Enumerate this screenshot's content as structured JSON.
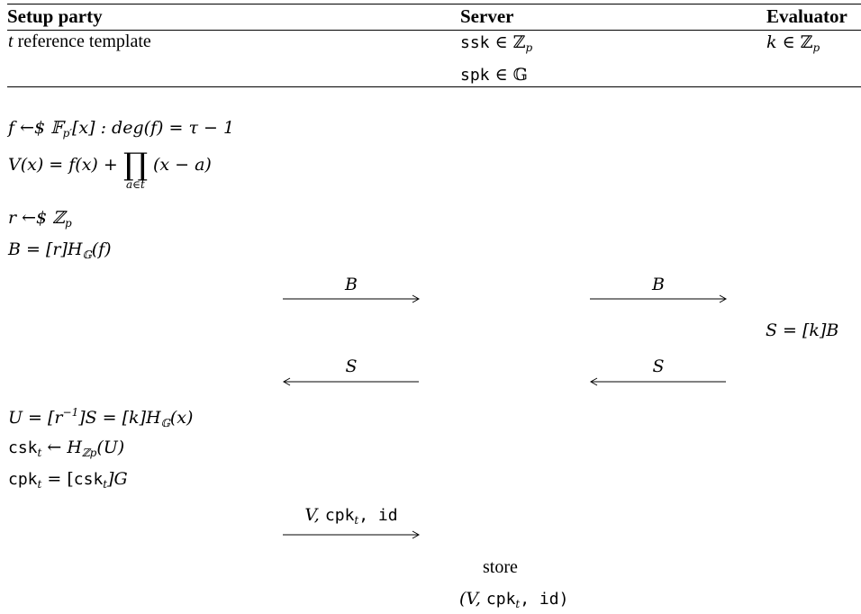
{
  "header": {
    "setup": "Setup party",
    "server": "Server",
    "evaluator": "Evaluator"
  },
  "inputs": {
    "setup_t": "t",
    "setup_desc": "reference template",
    "server_ssk": "ssk",
    "server_ssk_rel": "∈ ℤ",
    "server_ssk_sub": "p",
    "server_spk": "spk",
    "server_spk_rel": "∈ 𝔾",
    "eval_k": "k",
    "eval_k_rel": "∈ ℤ",
    "eval_k_sub": "p"
  },
  "setup_steps": {
    "step1": "f ←$ 𝔽",
    "step1_sub": "p′",
    "step1_rest": "[x] : deg(f) = τ − 1",
    "step2_lhs": "V(x) = f(x) +",
    "step2_prod": "∏",
    "step2_prod_sub": "a∈t",
    "step2_rhs": "(x − a)",
    "step3": "r ←$ ℤ",
    "step3_sub": "p",
    "step4": "B = [r]H",
    "step4_sub": "𝔾",
    "step4_rest": "(f)"
  },
  "messages": {
    "b_label": "B",
    "s_label": "S",
    "final_label_v": "V,",
    "final_label_cpk": "cpk",
    "final_label_cpk_sub": "t",
    "final_label_id": ", id"
  },
  "evaluator_step": "S = [k]B",
  "unblind": {
    "u_lhs": "U = [r",
    "u_sup": "−1",
    "u_rest": "]S = [k]H",
    "u_sub": "𝔾",
    "u_end": "(x)",
    "csk": "csk",
    "csk_sub": "t",
    "csk_rest": "← H",
    "csk_hsub": "ℤp",
    "csk_end": "(U)",
    "cpk": "cpk",
    "cpk_sub": "t",
    "cpk_eq": "= [",
    "cpk_csk": "csk",
    "cpk_csk_sub": "t",
    "cpk_end": "]G"
  },
  "server_store": {
    "word": "store",
    "tuple_open": "(V,",
    "tuple_cpk": "cpk",
    "tuple_cpk_sub": "t",
    "tuple_close": ", id)"
  }
}
